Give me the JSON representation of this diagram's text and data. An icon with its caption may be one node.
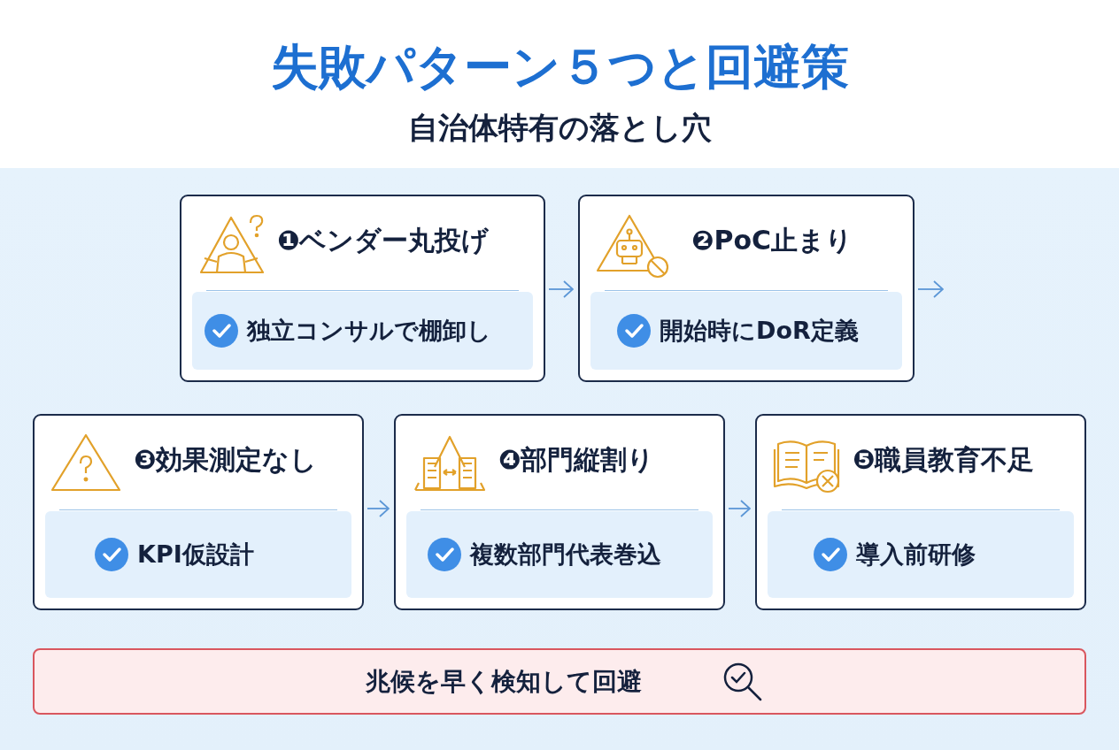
{
  "diagram": {
    "title": "失敗パターン５つと回避策",
    "caption": "自治体特有の落とし穴",
    "nodes": [
      {
        "text": [
          "❶ベンダー丸投げ",
          "独立コンサルで棚卸し"
        ]
      },
      {
        "text": [
          "❷PoC止まり",
          "開始時にDoR定義"
        ]
      },
      {
        "text": [
          "❸効果測定なし",
          "KPI仮設計"
        ]
      },
      {
        "text": [
          "❹部門縦割り",
          "複数部門代表巻込"
        ]
      },
      {
        "text": [
          "❺職員教育不足",
          "導入前研修"
        ]
      },
      {
        "text": [
          "兆候を早く検知して回避"
        ]
      }
    ],
    "edges": [
      {
        "from": 0,
        "to": 1,
        "arrow": "to"
      },
      {
        "from": 1,
        "to": null,
        "arrow": "to"
      },
      {
        "from": 2,
        "to": 3,
        "arrow": "to"
      },
      {
        "from": 3,
        "to": 4,
        "arrow": "to"
      }
    ]
  }
}
